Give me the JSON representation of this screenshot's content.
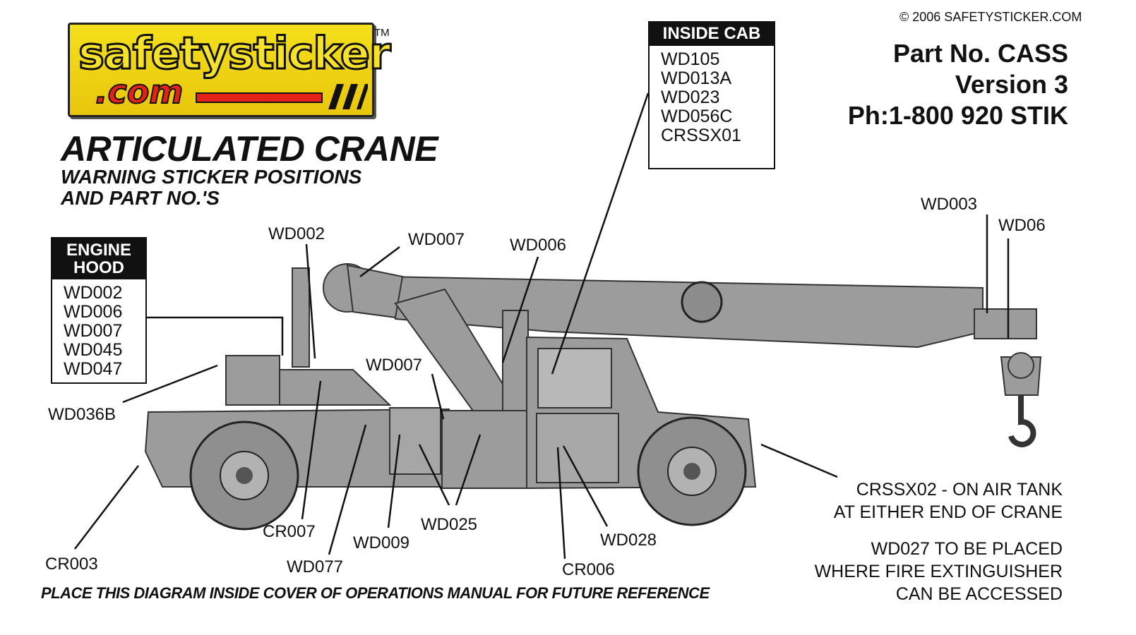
{
  "logo": {
    "main": "safetysticker",
    "com": ".com",
    "tm": "TM"
  },
  "title": "ARTICULATED CRANE",
  "subtitle": "WARNING STICKER POSITIONS\nAND PART NO.'S",
  "copyright": "© 2006 SAFETYSTICKER.COM",
  "part_info": {
    "part_no": "Part No. CASS",
    "version": "Version 3",
    "phone": "Ph:1-800 920 STIK"
  },
  "inside_cab": {
    "heading": "INSIDE CAB",
    "items": [
      "WD105",
      "WD013A",
      "WD023",
      "WD056C",
      "CRSSX01"
    ]
  },
  "engine_hood": {
    "heading_line1": "ENGINE",
    "heading_line2": "HOOD",
    "items": [
      "WD002",
      "WD006",
      "WD007",
      "WD045",
      "WD047"
    ]
  },
  "labels": {
    "wd002": "WD002",
    "wd007_top": "WD007",
    "wd006": "WD006",
    "wd003": "WD003",
    "wd06": "WD06",
    "wd007_mid": "WD007",
    "wd036b": "WD036B",
    "cr003": "CR003",
    "cr007": "CR007",
    "wd077": "WD077",
    "wd009": "WD009",
    "wd025": "WD025",
    "wd028": "WD028",
    "cr006": "CR006"
  },
  "notes": {
    "air_tank": "CRSSX02 - ON AIR TANK\nAT EITHER END OF CRANE",
    "fire_extinguisher": "WD027 TO BE PLACED\nWHERE FIRE EXTINGUISHER\nCAN BE ACCESSED"
  },
  "footer": "PLACE THIS DIAGRAM INSIDE COVER OF OPERATIONS MANUAL FOR FUTURE REFERENCE",
  "colors": {
    "body_gray": "#9c9c9c",
    "logo_yellow": "#f4e01a",
    "logo_red": "#e32219",
    "line": "#111111"
  }
}
